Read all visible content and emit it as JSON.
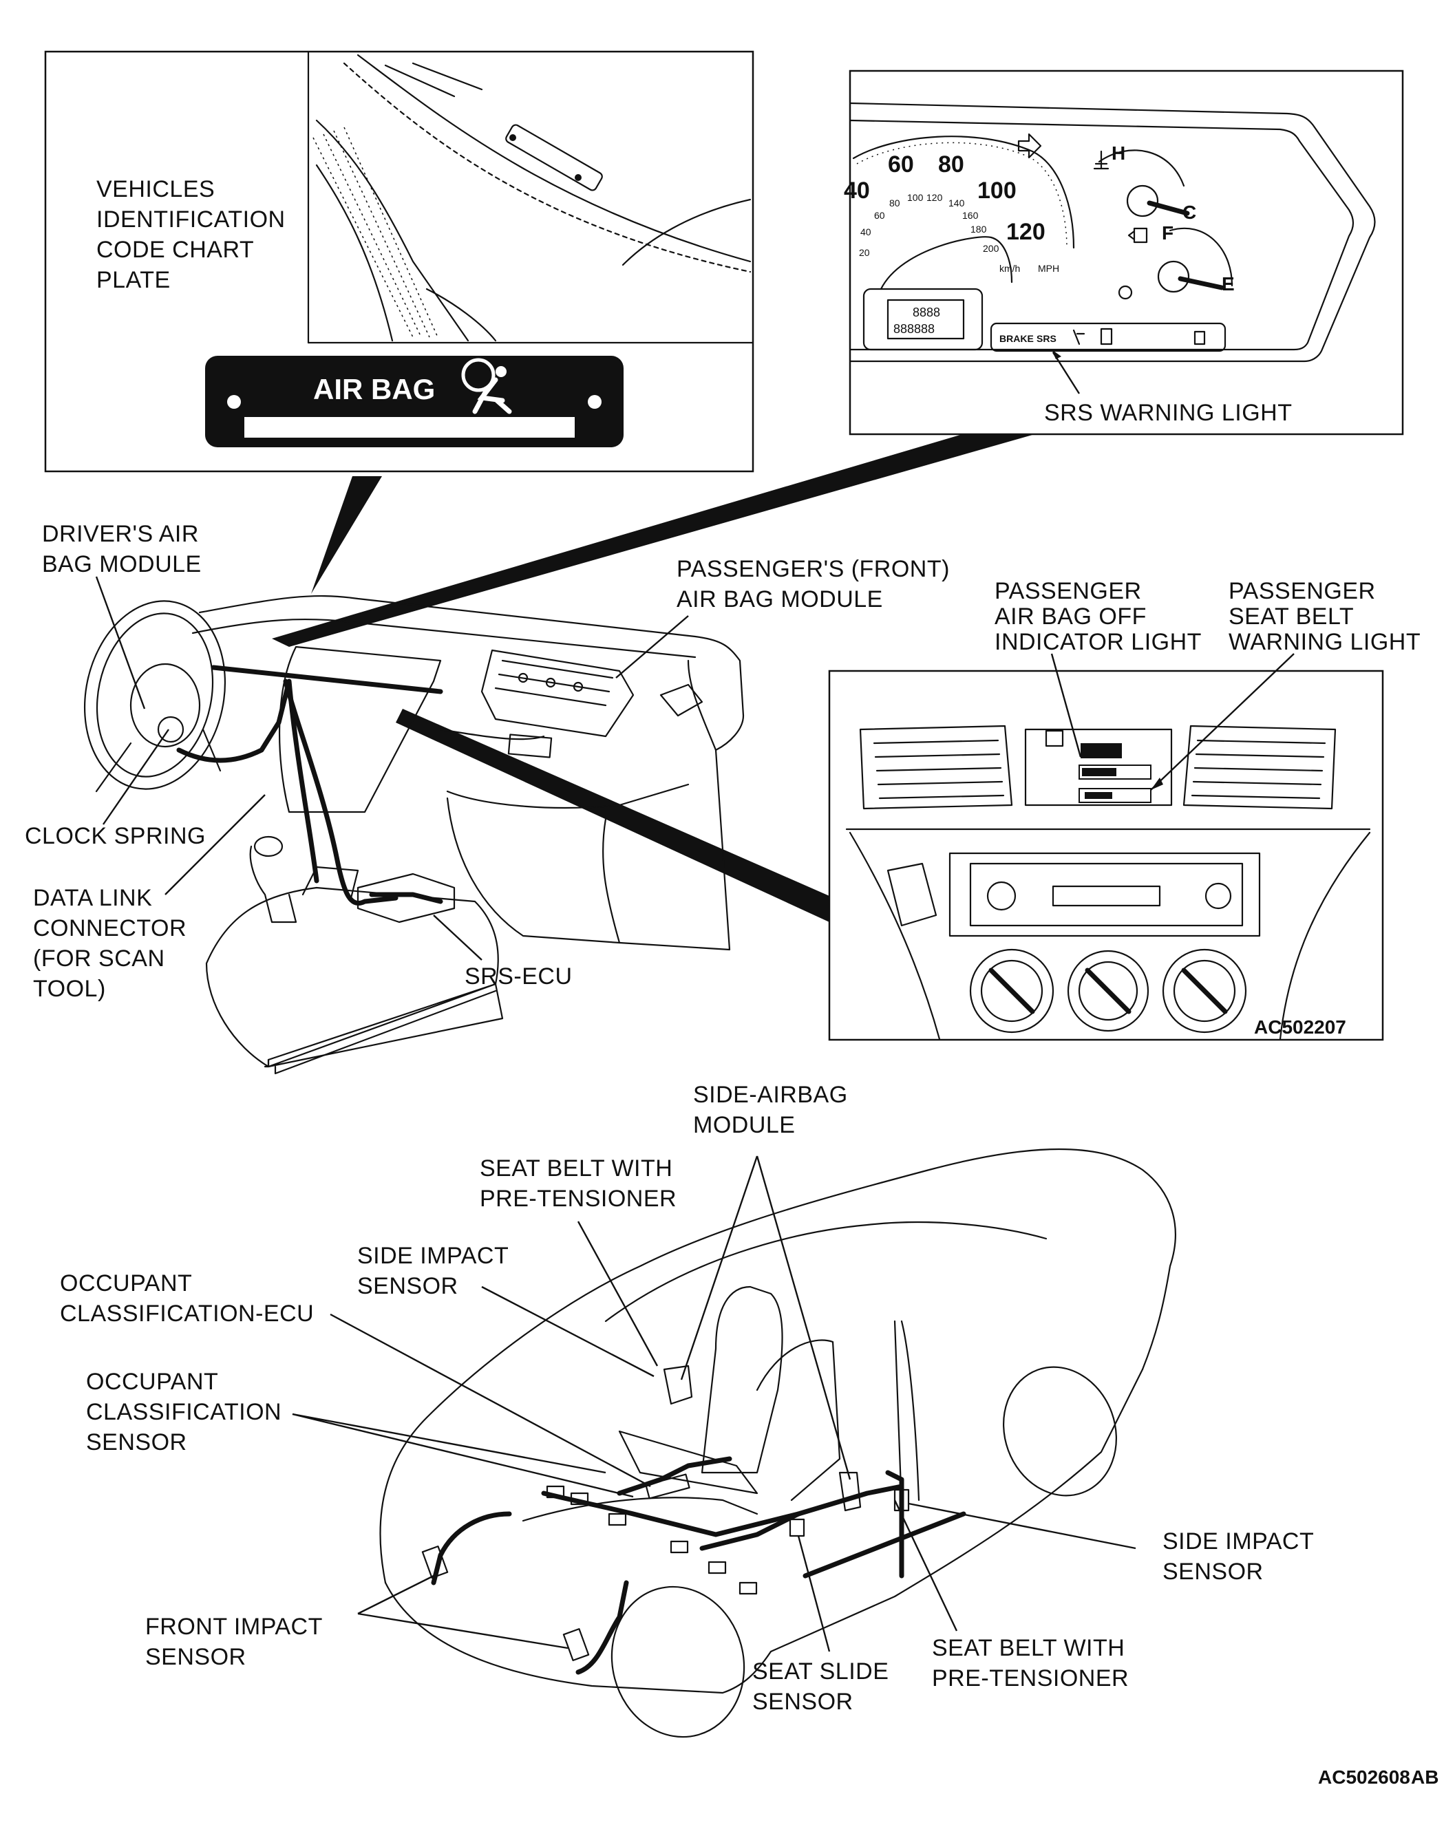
{
  "labels": {
    "vehicle_id_plate": [
      "VEHICLES",
      "IDENTIFICATION",
      "CODE CHART",
      "PLATE"
    ],
    "airbag_plate_text": "AIR BAG",
    "srs_warning_light": "SRS WARNING LIGHT",
    "driver_airbag": [
      "DRIVER'S AIR",
      "BAG MODULE"
    ],
    "passenger_front_airbag": [
      "PASSENGER'S (FRONT)",
      "AIR BAG MODULE"
    ],
    "passenger_airbag_off": [
      "PASSENGER",
      "AIR BAG OFF",
      "INDICATOR LIGHT"
    ],
    "passenger_seatbelt_warning": [
      "PASSENGER",
      "SEAT BELT",
      "WARNING LIGHT"
    ],
    "clock_spring": "CLOCK SPRING",
    "data_link_connector": [
      "DATA LINK",
      "CONNECTOR",
      "(FOR SCAN",
      "TOOL)"
    ],
    "srs_ecu": "SRS-ECU",
    "side_airbag_module": [
      "SIDE-AIRBAG",
      "MODULE"
    ],
    "seat_belt_pretensioner_top": [
      "SEAT BELT WITH",
      "PRE-TENSIONER"
    ],
    "side_impact_sensor_left": [
      "SIDE IMPACT",
      "SENSOR"
    ],
    "occupant_classification_ecu": [
      "OCCUPANT",
      "CLASSIFICATION-ECU"
    ],
    "occupant_classification_sensor": [
      "OCCUPANT",
      "CLASSIFICATION",
      "SENSOR"
    ],
    "side_impact_sensor_right": [
      "SIDE IMPACT",
      "SENSOR"
    ],
    "front_impact_sensor": [
      "FRONT IMPACT",
      "SENSOR"
    ],
    "seat_slide_sensor": [
      "SEAT SLIDE",
      "SENSOR"
    ],
    "seat_belt_pretensioner_bottom": [
      "SEAT BELT WITH",
      "PRE-TENSIONER"
    ]
  },
  "gauge": {
    "speed_values": [
      "40",
      "60",
      "80",
      "100",
      "120"
    ],
    "kmh_values": [
      "20",
      "40",
      "60",
      "80",
      "100",
      "120",
      "140",
      "160",
      "180",
      "200"
    ],
    "kmh_unit": "km/h",
    "mph_unit": "MPH",
    "temp_hi": "H",
    "temp_lo": "C",
    "fuel_full": "F",
    "fuel_empty": "E",
    "odometer_digits": "888888",
    "trip_digits": "8888",
    "indicator_brake": "BRAKE",
    "indicator_srs": "SRS"
  },
  "codes": {
    "upper_detail": "AC502207",
    "figure": "AC502608",
    "figure_suffix": "AB"
  }
}
